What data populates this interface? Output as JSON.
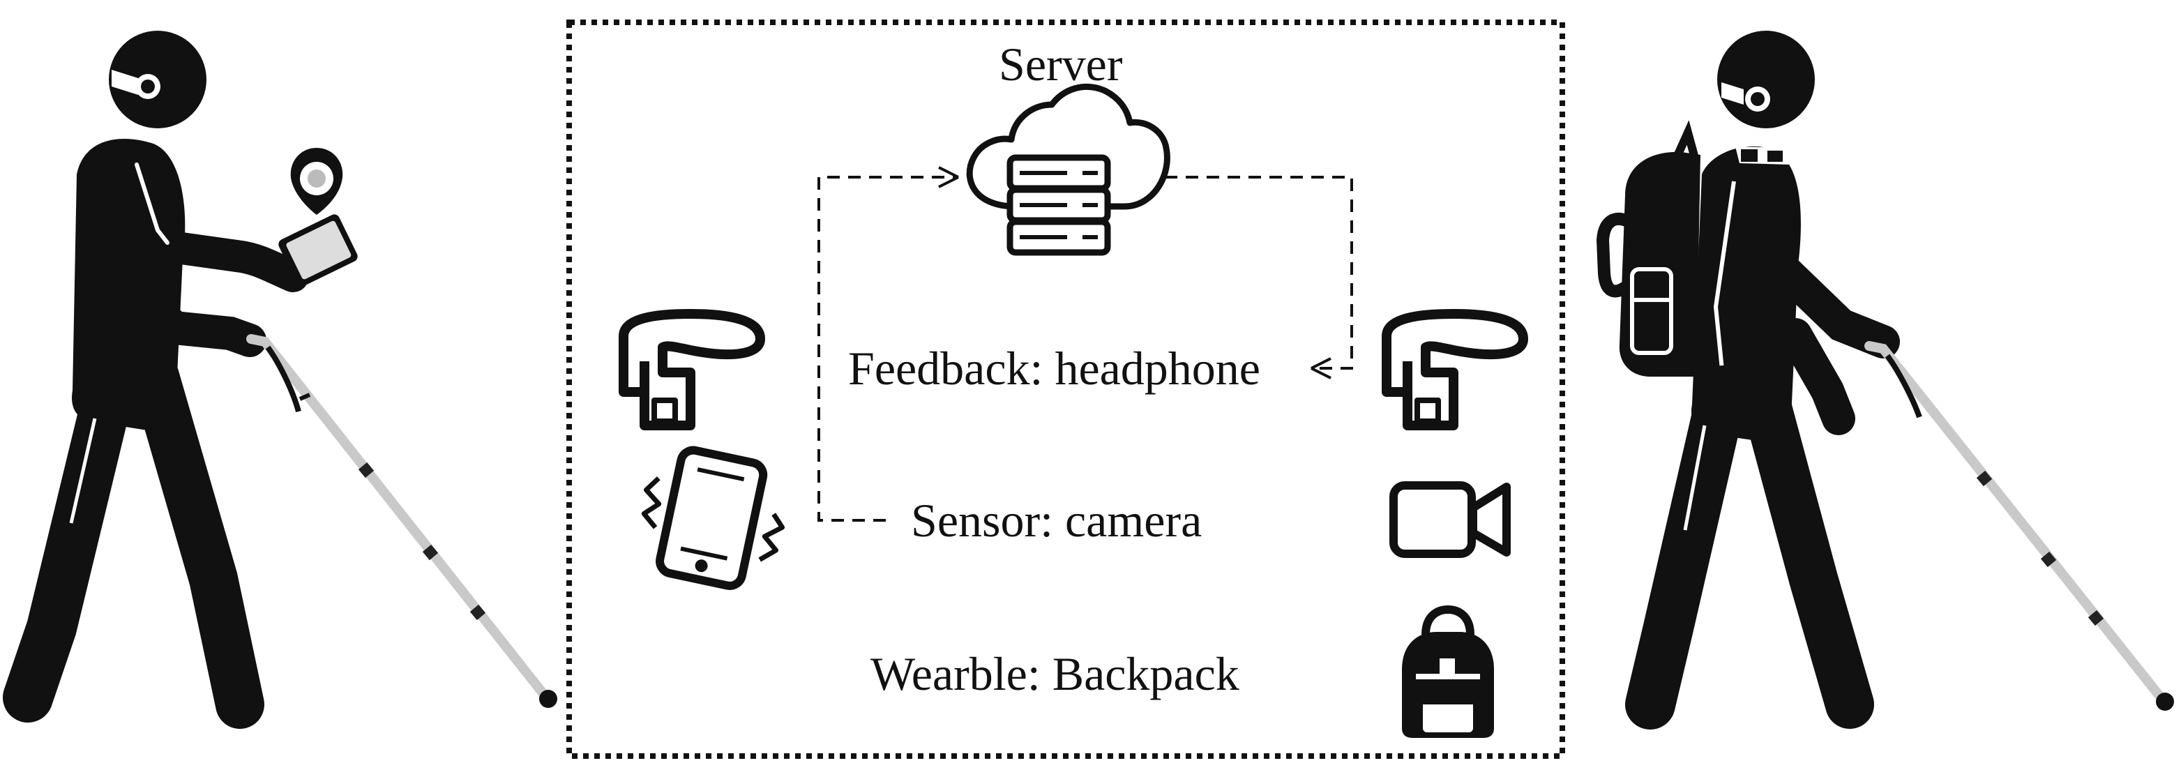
{
  "diagram": {
    "server_label": "Server",
    "feedback_label": "Feedback: headphone",
    "sensor_label": "Sensor: camera",
    "wearable_label": "Wearble: Backpack",
    "colors": {
      "ink": "#111111",
      "background": "#ffffff",
      "cane_shaft": "#c9c9c9",
      "cane_band": "#222222"
    },
    "icons": {
      "left_figure": "person-with-phone-and-cane",
      "right_figure": "person-with-backpack-and-cane",
      "server": "cloud-server-icon",
      "headphone_left": "headphone-icon",
      "headphone_right": "headphone-icon",
      "phone": "vibrating-phone-icon",
      "camera": "video-camera-icon",
      "backpack": "backpack-icon"
    }
  }
}
